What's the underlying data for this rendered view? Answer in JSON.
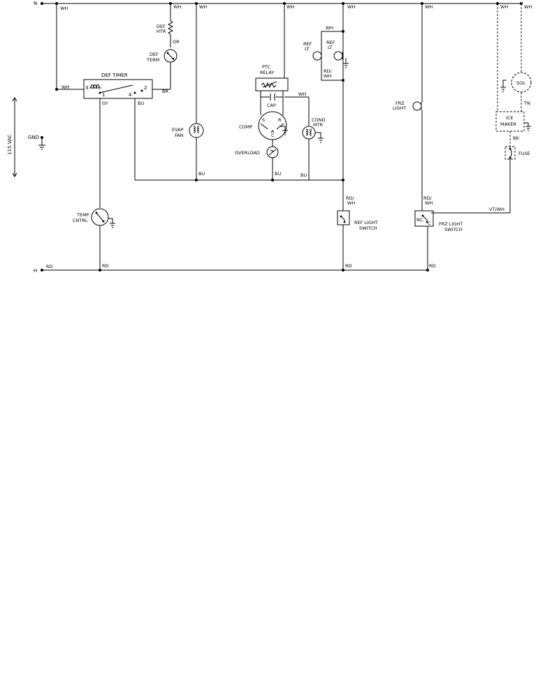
{
  "lines": {
    "neutral": "N",
    "hot": "H",
    "ground": "GND",
    "voltage": "115 VAC"
  },
  "wires": {
    "wh": "WH",
    "rd": "RD",
    "bu": "BU",
    "br": "BR",
    "gy": "GY",
    "or": "OR",
    "tn": "TN",
    "bk": "BK",
    "rdwh": [
      "RD/",
      "WH"
    ],
    "vtwh": "VT/WH"
  },
  "components": {
    "def_htr": [
      "DEF",
      "HTR"
    ],
    "def_term": [
      "DEF",
      "TERM"
    ],
    "def_timer": "DEF TIMER",
    "timer_terms": [
      "3",
      "1",
      "4",
      "2"
    ],
    "evap_fan": [
      "EVAP",
      "FAN"
    ],
    "ptc_relay": [
      "PTC",
      "RELAY"
    ],
    "cap": "CAP",
    "comp": "COMP",
    "comp_terms": [
      "S",
      "R",
      "C"
    ],
    "overload": "OVERLOAD",
    "cond_mtr": [
      "COND",
      "MTR"
    ],
    "ref_lt_1": [
      "REF",
      "LT"
    ],
    "ref_lt_2": [
      "REF",
      "LT"
    ],
    "ref_light_switch": [
      "REF LIGHT",
      "SWITCH"
    ],
    "frz_light": [
      "FRZ",
      "LIGHT"
    ],
    "frz_light_switch": [
      "FRZ LIGHT",
      "SWITCH"
    ],
    "nc": "NC",
    "c": "C",
    "sol": "SOL",
    "ice_maker": [
      "ICE",
      "MAKER"
    ],
    "fuse": "FUSE",
    "temp_cntrl": [
      "TEMP",
      "CNTRL"
    ]
  }
}
